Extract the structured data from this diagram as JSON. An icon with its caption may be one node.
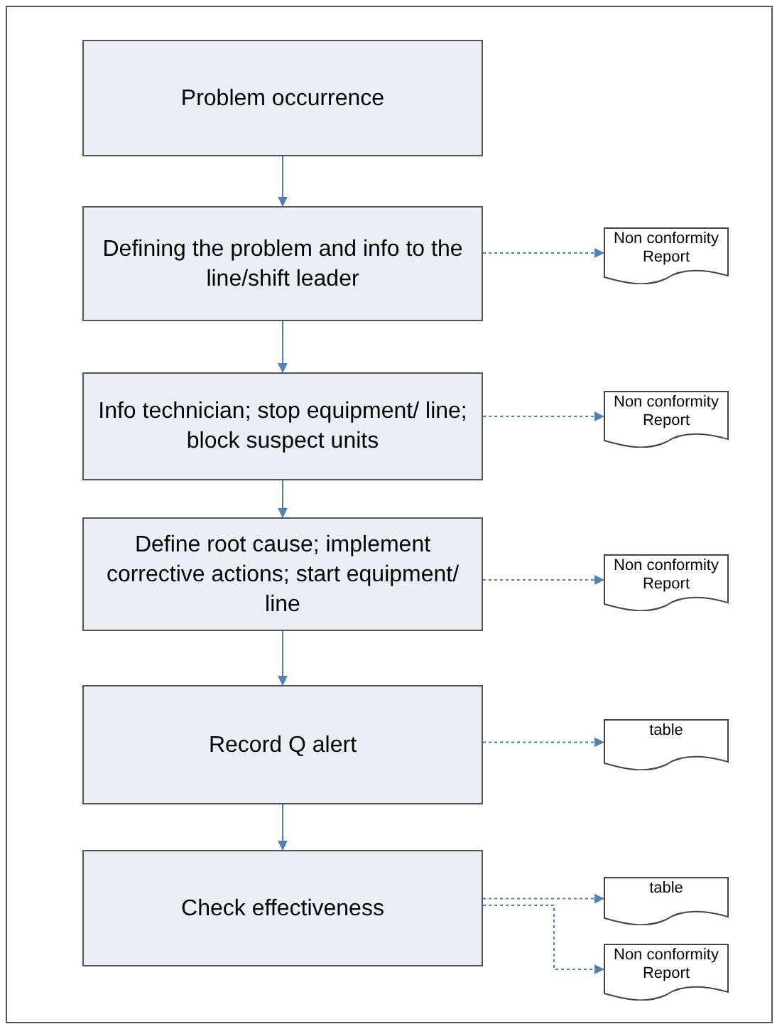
{
  "diagram": {
    "nodes": [
      {
        "text": [
          "Problem occurrence"
        ]
      },
      {
        "text": [
          "Defining the problem and info to the line/shift leader"
        ]
      },
      {
        "text": [
          "Info technician; stop equipment/ line; block suspect units"
        ]
      },
      {
        "text": [
          "Define root cause; implement corrective actions; start equipment/ line"
        ]
      },
      {
        "text": [
          "Record Q alert"
        ]
      },
      {
        "text": [
          "Check effectiveness"
        ]
      },
      {
        "text": [
          "Non conformity Report"
        ]
      },
      {
        "text": [
          "Non conformity Report"
        ]
      },
      {
        "text": [
          "Non conformity Report"
        ]
      },
      {
        "text": [
          "table"
        ]
      },
      {
        "text": [
          "table"
        ]
      },
      {
        "text": [
          "Non conformity Report"
        ]
      }
    ],
    "edges": [
      {
        "from": 0,
        "to": 1,
        "arrow": "to"
      },
      {
        "from": 1,
        "to": 2,
        "arrow": "to"
      },
      {
        "from": 2,
        "to": 3,
        "arrow": "to"
      },
      {
        "from": 3,
        "to": 4,
        "arrow": "to"
      },
      {
        "from": 4,
        "to": 5,
        "arrow": "to"
      },
      {
        "from": 1,
        "to": 6,
        "arrow": "to",
        "style": "dashed"
      },
      {
        "from": 2,
        "to": 7,
        "arrow": "to",
        "style": "dashed"
      },
      {
        "from": 3,
        "to": 8,
        "arrow": "to",
        "style": "dashed"
      },
      {
        "from": 4,
        "to": 9,
        "arrow": "to",
        "style": "dashed"
      },
      {
        "from": 5,
        "to": 10,
        "arrow": "to",
        "style": "dashed"
      },
      {
        "from": 5,
        "to": 11,
        "arrow": "to",
        "style": "dashed"
      }
    ]
  }
}
